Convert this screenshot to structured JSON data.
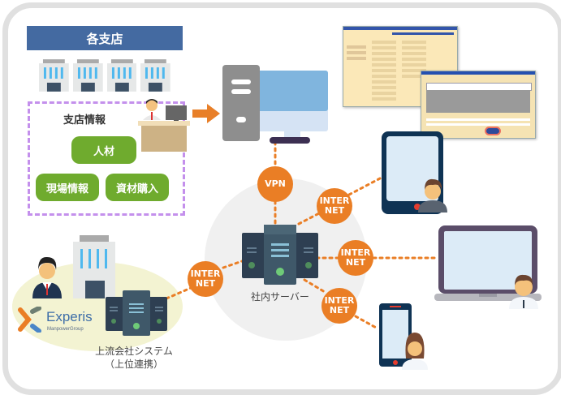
{
  "branches": {
    "header": "各支店",
    "building_count": 4,
    "info_title": "支店情報",
    "chips": [
      "人材",
      "現場情報",
      "資材購入"
    ]
  },
  "nodes": {
    "vpn": "VPN",
    "internet_tablet": [
      "INTER",
      "NET"
    ],
    "internet_laptop": [
      "INTER",
      "NET"
    ],
    "internet_phone": [
      "INTER",
      "NET"
    ],
    "internet_upstream": [
      "INTER",
      "NET"
    ]
  },
  "server": {
    "label": "社内サーバー"
  },
  "upstream": {
    "logo_name": "Experis",
    "logo_sub": "ManpowerGroup",
    "label_line1": "上流会社システム",
    "label_line2": "（上位連携）"
  },
  "colors": {
    "header_blue": "#446aa1",
    "chip_green": "#6fab2e",
    "node_orange": "#ea7e25",
    "dashed_purple": "#c490ec",
    "frame_gray": "#e0e0e0"
  }
}
